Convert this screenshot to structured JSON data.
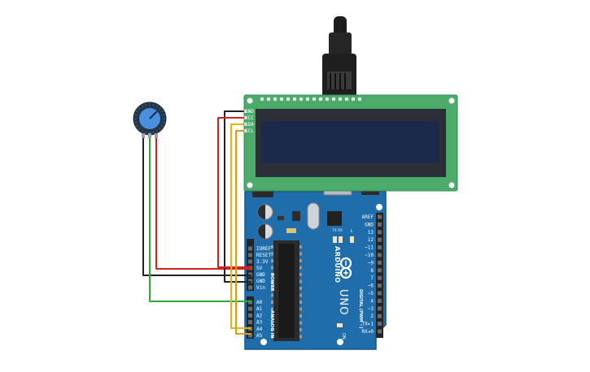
{
  "colors": {
    "board": "#1f6dab",
    "board_dark": "#16568a",
    "lcd_pcb": "#4caa6a",
    "lcd_screen": "#1b2a4a",
    "lcd_bezel": "#2c2f36",
    "wire_black": "#222222",
    "wire_red": "#d42020",
    "wire_yellow": "#e8b400",
    "wire_orange": "#e89a00",
    "wire_green": "#2fa83a",
    "knob": "#4a8fe0"
  },
  "icons": {
    "potentiometer": "potentiometer-knob-icon",
    "usb": "usb-cable-icon",
    "arduino_logo": "arduino-infinity-logo-icon"
  },
  "lcd": {
    "pins": [
      "GND",
      "VCC",
      "SDA",
      "SCL"
    ]
  },
  "board": {
    "brand": "ARDUINO",
    "model": "UNO",
    "power_header_title": "POWER",
    "power_pins": [
      "IOREF",
      "RESET",
      "3.3V",
      "5V",
      "GND",
      "GND",
      "Vin"
    ],
    "analog_header_title": "ANALOG IN",
    "analog_pins": [
      "A0",
      "A1",
      "A2",
      "A3",
      "A4",
      "A5"
    ],
    "digital_header_title": "DIGITAL (PWM ~)",
    "digital_pins": [
      "AREF",
      "GND",
      "13",
      "12",
      "~11",
      "~10",
      "~9",
      "8",
      "7",
      "~6",
      "~5",
      "4",
      "~3",
      "2",
      "TX▸1",
      "RX◂0"
    ],
    "led_labels": [
      "TX",
      "RX"
    ],
    "led_l_label": "L",
    "on_label": "ON"
  }
}
